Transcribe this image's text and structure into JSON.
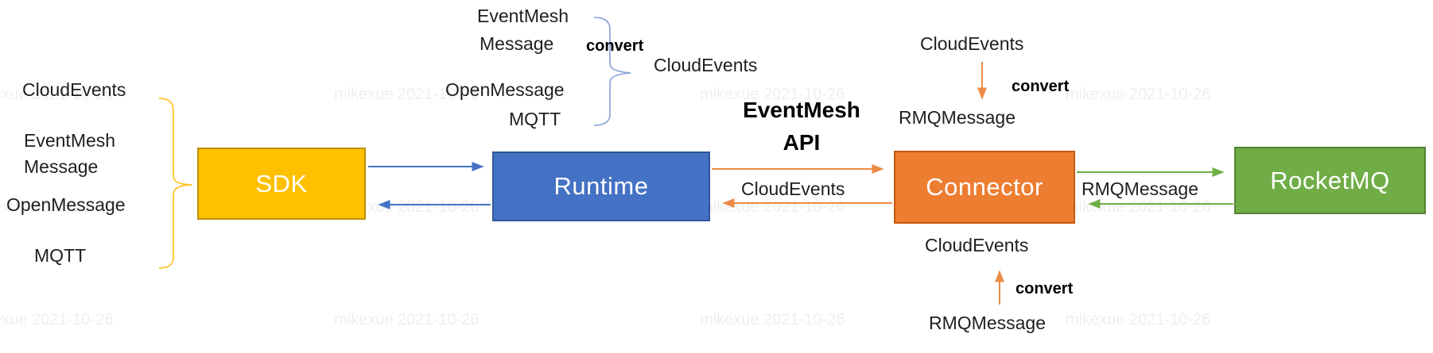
{
  "colors": {
    "box_sdk_fill": "#FFC000",
    "box_sdk_border": "#BF9000",
    "box_runtime_fill": "#4472C4",
    "box_runtime_border": "#2F5597",
    "box_connector_fill": "#ED7D31",
    "box_connector_border": "#C55A11",
    "box_rocketmq_fill": "#70AD47",
    "box_rocketmq_border": "#548235",
    "arrow_blue": "#4472C4",
    "arrow_orange": "#ED8A47",
    "arrow_green": "#70AD47",
    "brace_yellow": "#FFC42A",
    "brace_blue": "#8FAADC",
    "text_dark": "#1f1f1f",
    "watermark": "#808080"
  },
  "boxes": {
    "sdk": "SDK",
    "runtime": "Runtime",
    "connector": "Connector",
    "rocketmq": "RocketMQ"
  },
  "sdk_protocol_stack": {
    "cloudevents": "CloudEvents",
    "eventmesh_line1": "EventMesh",
    "eventmesh_line2": "Message",
    "openmessage": "OpenMessage",
    "mqtt": "MQTT"
  },
  "runtime_convert_group": {
    "eventmesh_line1": "EventMesh",
    "eventmesh_line2": "Message",
    "convert_label": "convert",
    "openmessage": "OpenMessage",
    "mqtt": "MQTT",
    "result": "CloudEvents"
  },
  "eventmesh_api_title": {
    "line1": "EventMesh",
    "line2": "API"
  },
  "runtime_connector_link": {
    "label": "CloudEvents"
  },
  "connector_rocketmq_link": {
    "label": "RMQMessage"
  },
  "connector_top_convert": {
    "from": "CloudEvents",
    "convert_label": "convert",
    "to": "RMQMessage"
  },
  "connector_bottom_convert": {
    "from": "RMQMessage",
    "convert_label": "convert",
    "to": "CloudEvents"
  },
  "watermark": {
    "text": "mikexue 2021-10-26"
  }
}
